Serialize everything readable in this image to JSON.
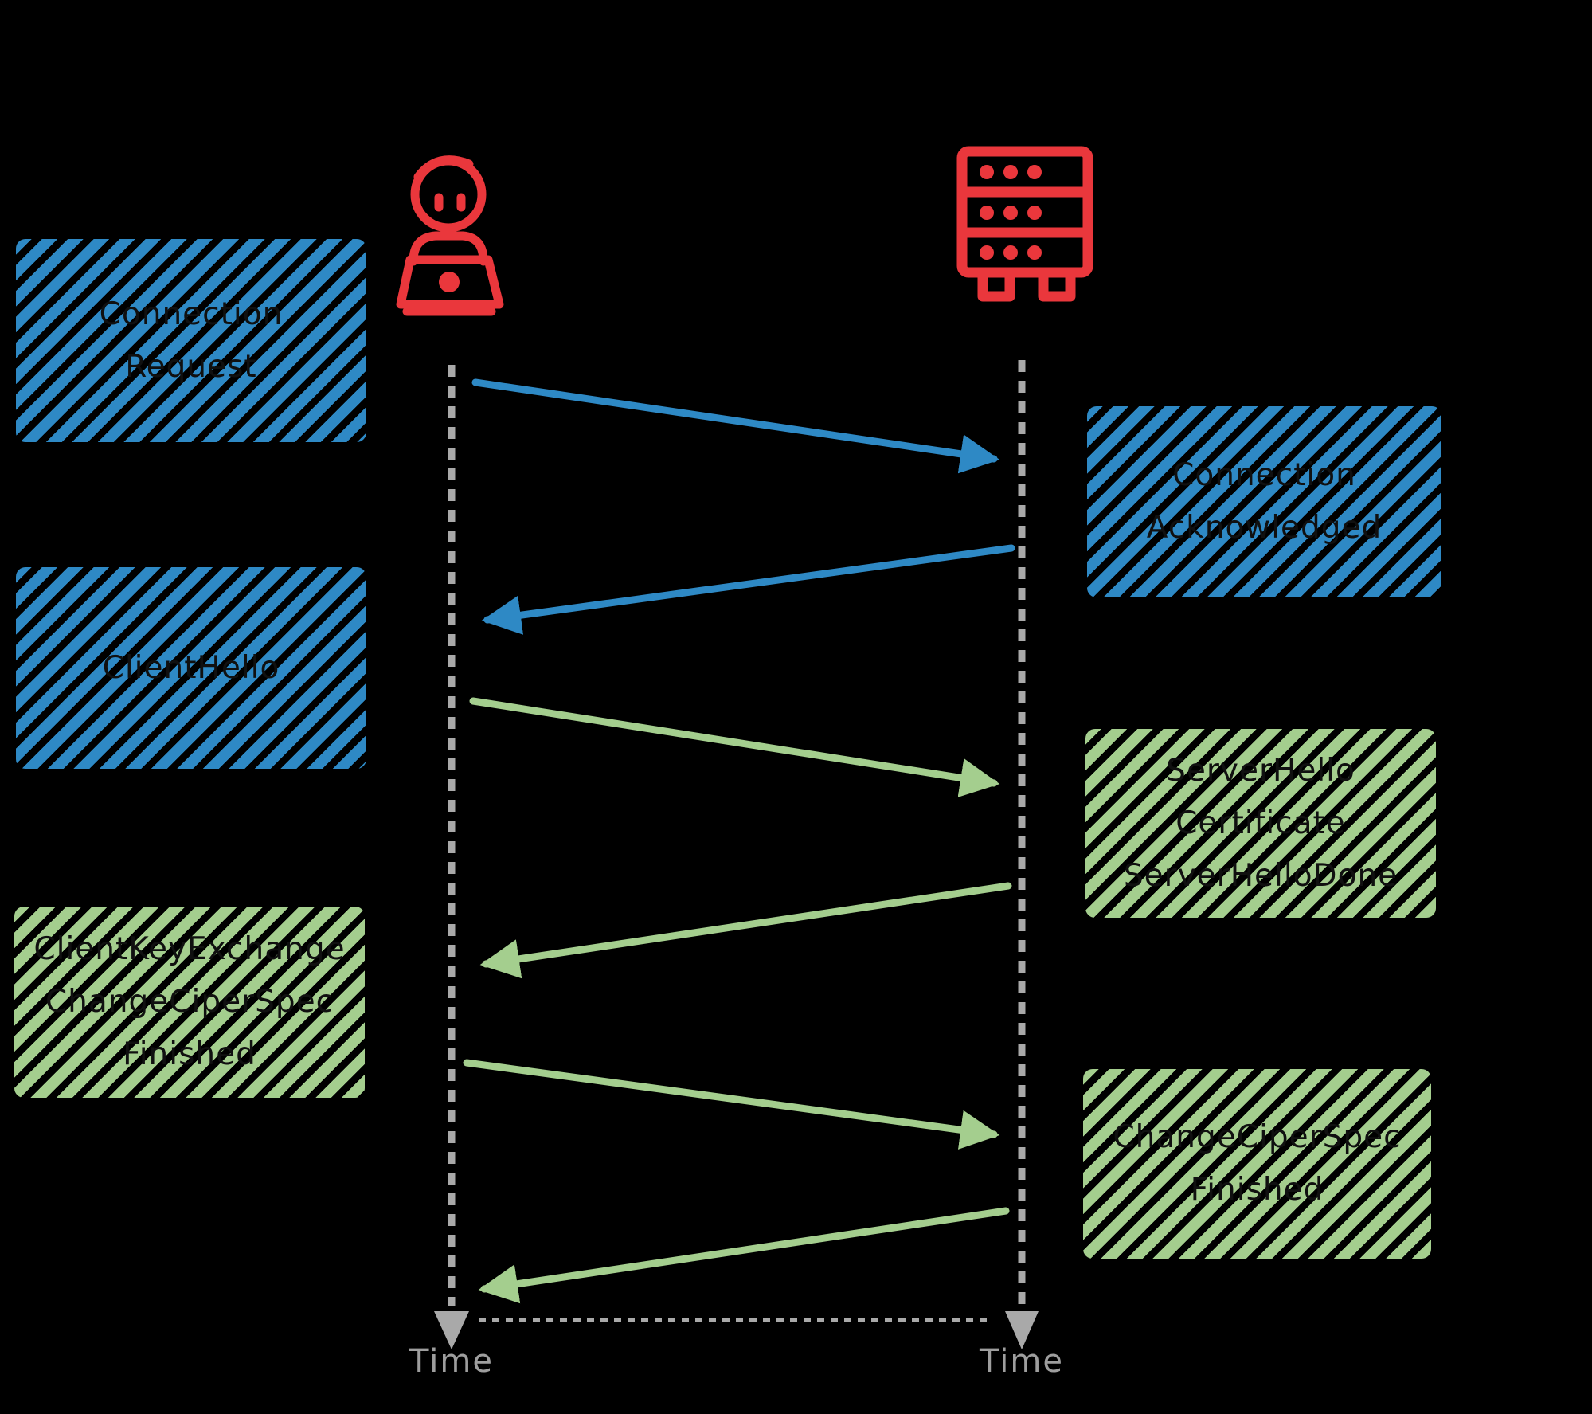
{
  "diagram_type": "tls-handshake-sequence",
  "colors": {
    "background": "#000000",
    "box_blue": "#2e89c5",
    "box_green": "#a4ce8e",
    "arrow_blue": "#2e89c5",
    "arrow_green": "#a4ce8e",
    "icon_red": "#ea373c",
    "timeline_gray": "#a9a9a9",
    "axis_label_gray": "#9e9e9e",
    "box_text": "#101010"
  },
  "actors": {
    "client": {
      "icon": "person-at-laptop-icon"
    },
    "server": {
      "icon": "server-rack-icon"
    }
  },
  "timelines": {
    "client_axis_label": "Time",
    "server_axis_label": "Time"
  },
  "messages": {
    "connection_request": {
      "lines": [
        "Connection",
        "Request"
      ],
      "box_color": "blue",
      "arrow_color": "blue",
      "direction": "client-to-server"
    },
    "client_hello": {
      "lines": [
        "ClientHello"
      ],
      "box_color": "blue",
      "arrow_color": "green",
      "direction": "client-to-server"
    },
    "client_key_exchange": {
      "lines": [
        "ClientKeyExchange",
        "ChangeCiperSpec",
        "Finished"
      ],
      "box_color": "green",
      "arrow_color": "green",
      "direction": "client-to-server"
    },
    "connection_acknowledged": {
      "lines": [
        "Connection",
        "Acknowledged"
      ],
      "box_color": "blue",
      "arrow_color": "blue",
      "direction": "server-to-client"
    },
    "server_hello": {
      "lines": [
        "ServerHello",
        "Certificate",
        "ServerHelloDone"
      ],
      "box_color": "green",
      "arrow_color": "green",
      "direction": "server-to-client"
    },
    "change_cipher_spec": {
      "lines": [
        "ChangeCiperSpec",
        "Finished"
      ],
      "box_color": "green",
      "arrow_color": "green",
      "direction": "server-to-client"
    }
  }
}
